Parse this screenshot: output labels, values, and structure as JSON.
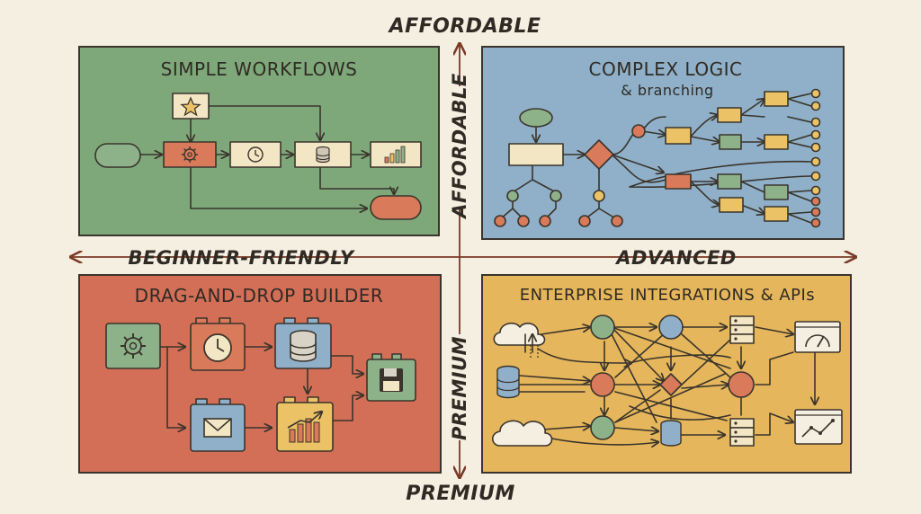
{
  "axes": {
    "top": "AFFORDABLE",
    "top_vertical": "AFFORDABLE",
    "bottom": "PREMIUM",
    "bottom_vertical": "PREMIUM",
    "left": "BEGINNER-FRIENDLY",
    "right": "ADVANCED"
  },
  "quadrants": {
    "top_left": {
      "title": "SIMPLE WORKFLOWS",
      "color": "#7fa87a"
    },
    "top_right": {
      "title": "COMPLEX LOGIC",
      "subtitle": "& branching",
      "color": "#8fb0c8"
    },
    "bottom_left": {
      "title": "DRAG-AND-DROP BUILDER",
      "color": "#d36f57"
    },
    "bottom_right": {
      "title": "ENTERPRISE INTEGRATIONS & APIs",
      "color": "#e5b65b"
    }
  },
  "colors": {
    "ink": "#3a342c",
    "green_node": "#8db28a",
    "orange_node": "#d97a5a",
    "cream_node": "#f3e6c4",
    "blue_node": "#8fb0c8",
    "yellow_node": "#ebc366"
  },
  "icons": [
    "star-icon",
    "gear-icon",
    "clock-icon",
    "database-icon",
    "bar-chart-icon",
    "envelope-icon",
    "floppy-disk-icon",
    "cloud-icon",
    "server-icon",
    "gauge-icon",
    "line-chart-icon"
  ]
}
